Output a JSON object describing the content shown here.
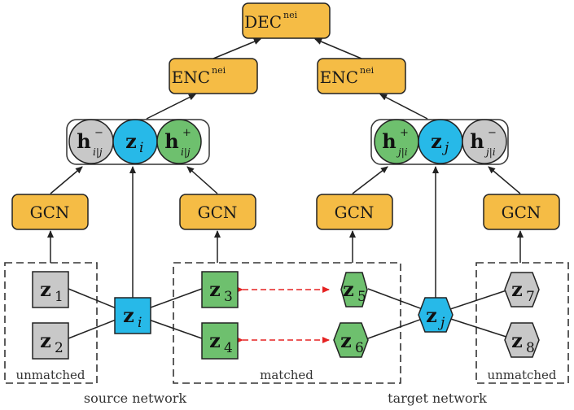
{
  "colors": {
    "module_fill": "#f5bc45",
    "cyan_node": "#27b9e8",
    "green_node": "#6ec06e",
    "gray_node": "#c8c8c8",
    "dashed_match_arrow": "#e52222",
    "edge": "#222222"
  },
  "modules": {
    "dec": {
      "label": "DEC",
      "sup": "nei"
    },
    "enc_left": {
      "label": "ENC",
      "sup": "nei"
    },
    "enc_right": {
      "label": "ENC",
      "sup": "nei"
    },
    "gcn_1": {
      "label": "GCN"
    },
    "gcn_2": {
      "label": "GCN"
    },
    "gcn_3": {
      "label": "GCN"
    },
    "gcn_4": {
      "label": "GCN"
    }
  },
  "embedding_groups": {
    "left": [
      {
        "main": "h",
        "sup": "−",
        "sub": "i|j"
      },
      {
        "main": "z",
        "sub": "i"
      },
      {
        "main": "h",
        "sup": "+",
        "sub": "i|j"
      }
    ],
    "right": [
      {
        "main": "h",
        "sup": "+",
        "sub": "j|i"
      },
      {
        "main": "z",
        "sub": "j"
      },
      {
        "main": "h",
        "sup": "−",
        "sub": "j|i"
      }
    ]
  },
  "nodes": {
    "z1": {
      "main": "z",
      "sub": "1"
    },
    "z2": {
      "main": "z",
      "sub": "2"
    },
    "zi": {
      "main": "z",
      "sub": "i"
    },
    "z3": {
      "main": "z",
      "sub": "3"
    },
    "z4": {
      "main": "z",
      "sub": "4"
    },
    "z5": {
      "main": "z",
      "sub": "5"
    },
    "z6": {
      "main": "z",
      "sub": "6"
    },
    "zj": {
      "main": "z",
      "sub": "j"
    },
    "z7": {
      "main": "z",
      "sub": "7"
    },
    "z8": {
      "main": "z",
      "sub": "8"
    }
  },
  "captions": {
    "unmatched_left": "unmatched",
    "matched": "matched",
    "unmatched_right": "unmatched",
    "source_network": "source network",
    "target_network": "target network"
  }
}
